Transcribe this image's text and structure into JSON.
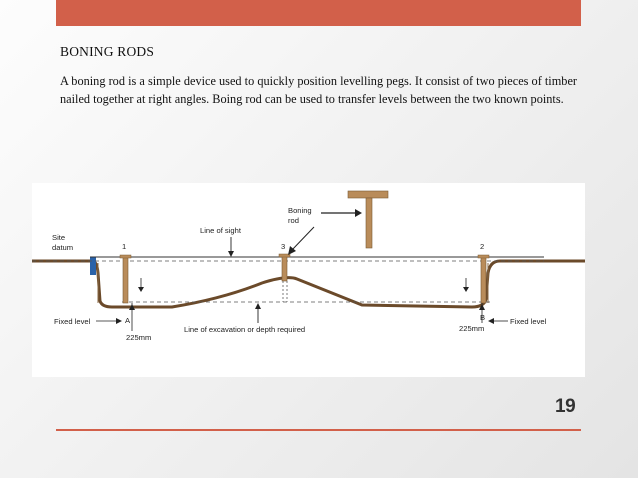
{
  "slide": {
    "heading": "BONING RODS",
    "paragraph": "A boning rod is a simple device used to quickly position levelling pegs. It consist of two pieces of timber nailed together at right angles. Boing rod can be used to transfer levels between the two known points.",
    "page_number": "19",
    "accent_color": "#d2604a"
  },
  "figure": {
    "labels": {
      "boning_rod": [
        "Boning",
        "rod"
      ],
      "line_of_sight": "Line of sight",
      "site_datum": [
        "Site",
        "datum"
      ],
      "peg_1": "1",
      "peg_2": "2",
      "peg_3": "3",
      "fixed_level_left": "Fixed level",
      "fixed_level_right": "Fixed level",
      "point_a": "A",
      "point_b": "B",
      "depth_left": "225mm",
      "depth_right": "225mm",
      "line_of_excavation": "Line of excavation or depth required"
    },
    "colors": {
      "timber": "#b98c5a",
      "ground": "#6b4a2a",
      "datum_marker": "#2a62a8"
    }
  }
}
